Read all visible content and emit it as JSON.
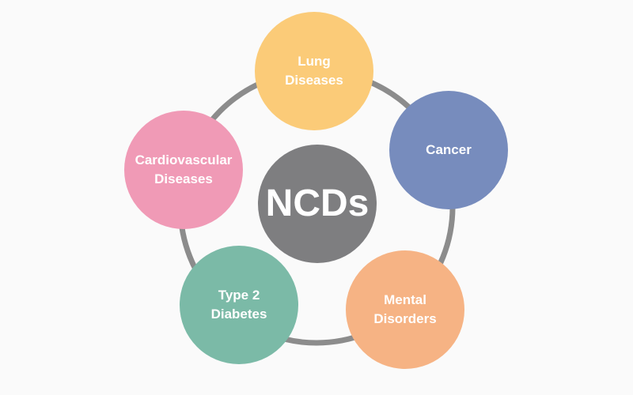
{
  "center": {
    "label": "NCDs",
    "color": "#7e7e80"
  },
  "ring_color": "#8c8c8c",
  "nodes": [
    {
      "line1": "Lung",
      "line2": "Diseases",
      "color": "#fbcb78"
    },
    {
      "line1": "Cancer",
      "line2": "",
      "color": "#778cbd"
    },
    {
      "line1": "Mental",
      "line2": "Disorders",
      "color": "#f6b384"
    },
    {
      "line1": "Type 2",
      "line2": "Diabetes",
      "color": "#7bbaa7"
    },
    {
      "line1": "Cardiovascular",
      "line2": "Diseases",
      "color": "#f09ab6"
    }
  ]
}
